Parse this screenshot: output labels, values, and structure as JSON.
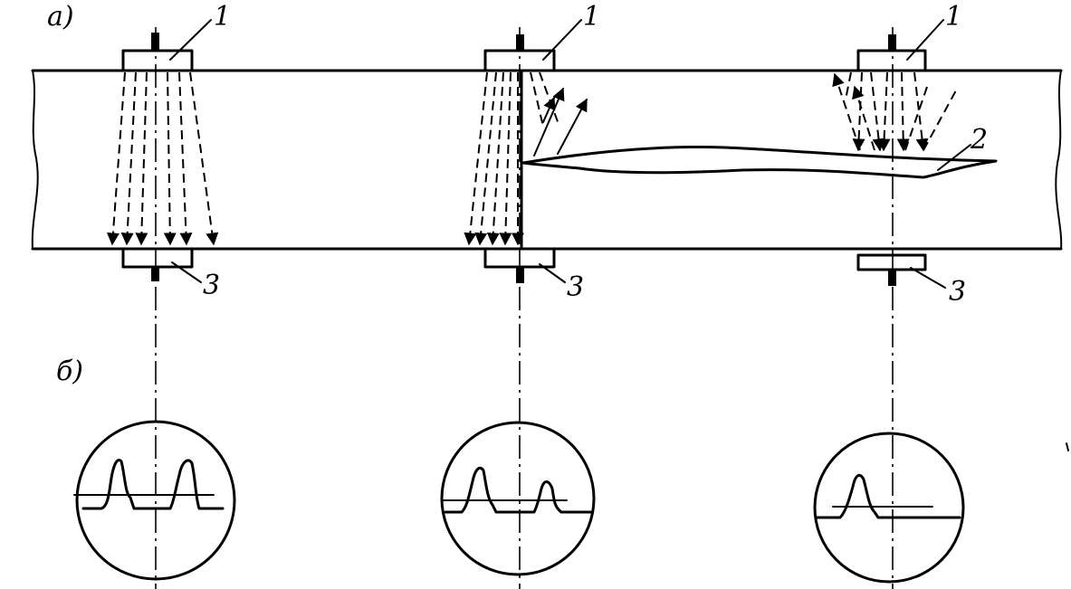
{
  "labels": {
    "panel_a": "а)",
    "panel_b": "б)",
    "transducer": "1",
    "defect": "2",
    "receiver": "3"
  },
  "colors": {
    "ink": "#000000",
    "background": "#ffffff"
  }
}
